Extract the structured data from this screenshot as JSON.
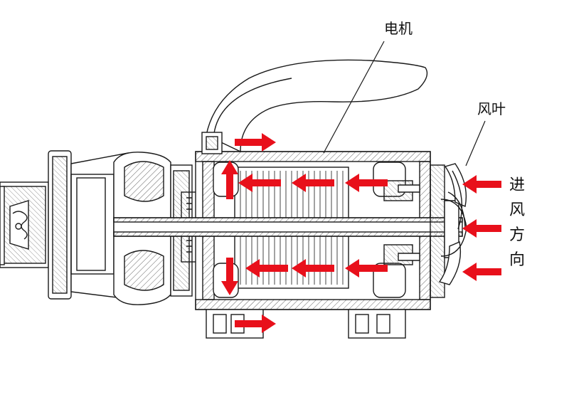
{
  "labels": {
    "motor": "电机",
    "fan_blade": "风叶",
    "intake_direction": "进风方向"
  },
  "colors": {
    "arrow": "#e8101b",
    "line": "#1a1a1a",
    "hatch": "#555555"
  }
}
